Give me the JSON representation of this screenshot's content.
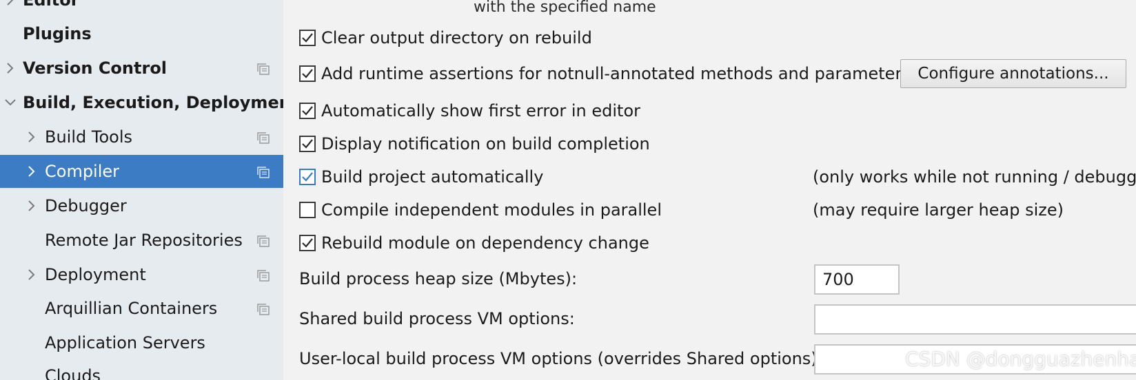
{
  "sidebar": {
    "items": [
      {
        "label": "Editor",
        "bold": true,
        "chevron": "right",
        "project_icon": false
      },
      {
        "label": "Plugins",
        "bold": true,
        "chevron": "none",
        "project_icon": false
      },
      {
        "label": "Version Control",
        "bold": true,
        "chevron": "right",
        "project_icon": true
      },
      {
        "label": "Build, Execution, Deployment",
        "bold": true,
        "chevron": "down",
        "project_icon": false
      },
      {
        "label": "Build Tools",
        "bold": false,
        "chevron": "right",
        "project_icon": true
      },
      {
        "label": "Compiler",
        "bold": false,
        "chevron": "right",
        "project_icon": true,
        "selected": true
      },
      {
        "label": "Debugger",
        "bold": false,
        "chevron": "right",
        "project_icon": false
      },
      {
        "label": "Remote Jar Repositories",
        "bold": false,
        "chevron": "none",
        "project_icon": true
      },
      {
        "label": "Deployment",
        "bold": false,
        "chevron": "right",
        "project_icon": true
      },
      {
        "label": "Arquillian Containers",
        "bold": false,
        "chevron": "none",
        "project_icon": true
      },
      {
        "label": "Application Servers",
        "bold": false,
        "chevron": "none",
        "project_icon": false
      },
      {
        "label": "Clouds",
        "bold": false,
        "chevron": "none",
        "project_icon": false
      }
    ]
  },
  "main": {
    "top_text": "with the specified name",
    "options": [
      {
        "label": "Clear output directory on rebuild",
        "checked": true
      },
      {
        "label": "Add runtime assertions for notnull-annotated methods and parameters",
        "checked": true
      },
      {
        "label": "Automatically show first error in editor",
        "checked": true
      },
      {
        "label": "Display notification on build completion",
        "checked": true
      },
      {
        "label": "Build project automatically",
        "checked": true,
        "note": "(only works while not running / debugging)"
      },
      {
        "label": "Compile independent modules in parallel",
        "checked": false,
        "note": "(may require larger heap size)"
      },
      {
        "label": "Rebuild module on dependency change",
        "checked": true
      }
    ],
    "configure_button": "Configure annotations...",
    "heap_label": "Build process heap size (Mbytes):",
    "heap_value": "700",
    "shared_vm_label": "Shared build process VM options:",
    "shared_vm_value": "",
    "user_vm_label": "User-local build process VM options (overrides Shared options):",
    "user_vm_value": ""
  },
  "watermark": "CSDN @dongguazhenha",
  "colors": {
    "sidebar_bg": "#e6ebf0",
    "selected_bg": "#3c7cc4",
    "main_bg": "#f2f2f2",
    "accent_check": "#3878c8"
  }
}
